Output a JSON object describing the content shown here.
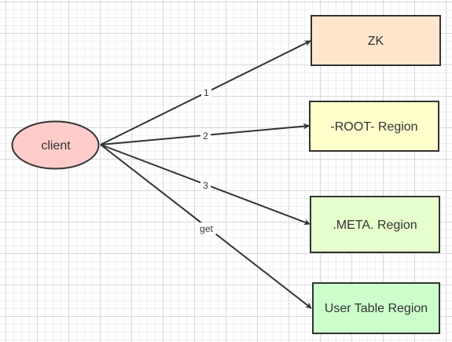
{
  "nodes": {
    "client": {
      "label": "client",
      "fill": "#ffcccc",
      "stroke": "#333333"
    },
    "zk": {
      "label": "ZK",
      "fill": "#ffe6cc",
      "stroke": "#333333"
    },
    "root": {
      "label": "-ROOT- Region",
      "fill": "#ffffcc",
      "stroke": "#333333"
    },
    "meta": {
      "label": ".META. Region",
      "fill": "#e6ffcc",
      "stroke": "#333333"
    },
    "user_table": {
      "label": "User Table Region",
      "fill": "#ccffcc",
      "stroke": "#333333"
    }
  },
  "edges": [
    {
      "label": "1",
      "from": "client",
      "to": "ZK"
    },
    {
      "label": "2",
      "from": "client",
      "to": "-ROOT- Region"
    },
    {
      "label": "3",
      "from": "client",
      "to": ".META. Region"
    },
    {
      "label": "get",
      "from": "client",
      "to": "User Table Region"
    }
  ],
  "colors": {
    "edge": "#333333",
    "grid": "#d9d9d9"
  }
}
